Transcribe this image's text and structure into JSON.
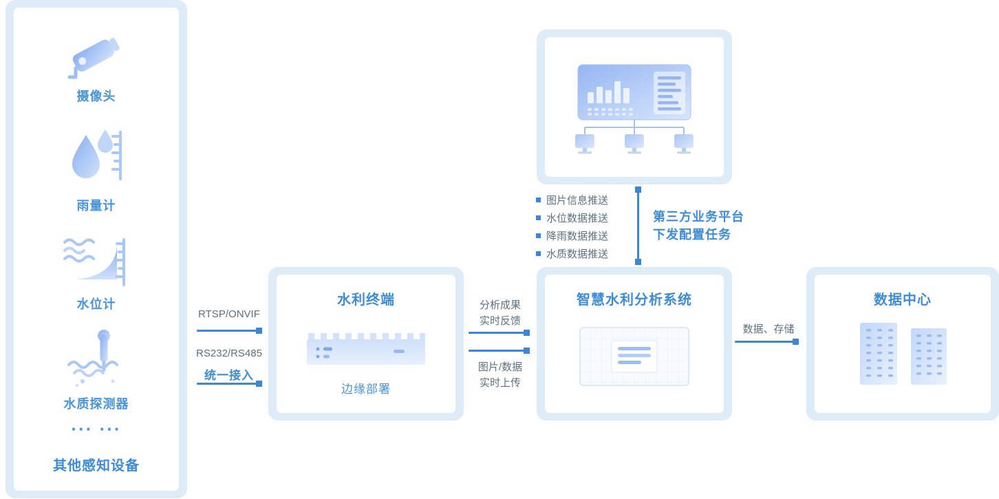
{
  "colors": {
    "panel_blue": "#ddecf7",
    "accent_blue": "#3e8cd8",
    "label_blue": "#4895db",
    "text_gray": "#5c7080",
    "line_blue": "#3b86d8"
  },
  "sidebar": {
    "devices": [
      {
        "icon": "camera-icon",
        "label": "摄像头"
      },
      {
        "icon": "rain-gauge-icon",
        "label": "雨量计"
      },
      {
        "icon": "water-level-icon",
        "label": "水位计"
      },
      {
        "icon": "water-quality-icon",
        "label": "水质探测器"
      }
    ],
    "ellipsis": "··· ···",
    "footer_label": "其他感知设备"
  },
  "terminal_box": {
    "title": "水利终端",
    "subtitle": "边缘部署"
  },
  "analysis_box": {
    "title": "智慧水利分析系统"
  },
  "datacenter_box": {
    "title": "数据中心"
  },
  "left_link": {
    "protocol_video": "RTSP/ONVIF",
    "protocol_serial": "RS232/RS485",
    "access_label": "统一接入"
  },
  "terminal_analysis_link": {
    "feedback_line1": "分析成果",
    "feedback_line2": "实时反馈",
    "upload_line1": "图片/数据",
    "upload_line2": "实时上传"
  },
  "analysis_datacenter_link": {
    "label": "数据、存储"
  },
  "platform_link": {
    "push_items": [
      "图片信息推送",
      "水位数据推送",
      "降雨数据推送",
      "水质数据推送"
    ],
    "platform_line1": "第三方业务平台",
    "platform_line2": "下发配置任务"
  }
}
